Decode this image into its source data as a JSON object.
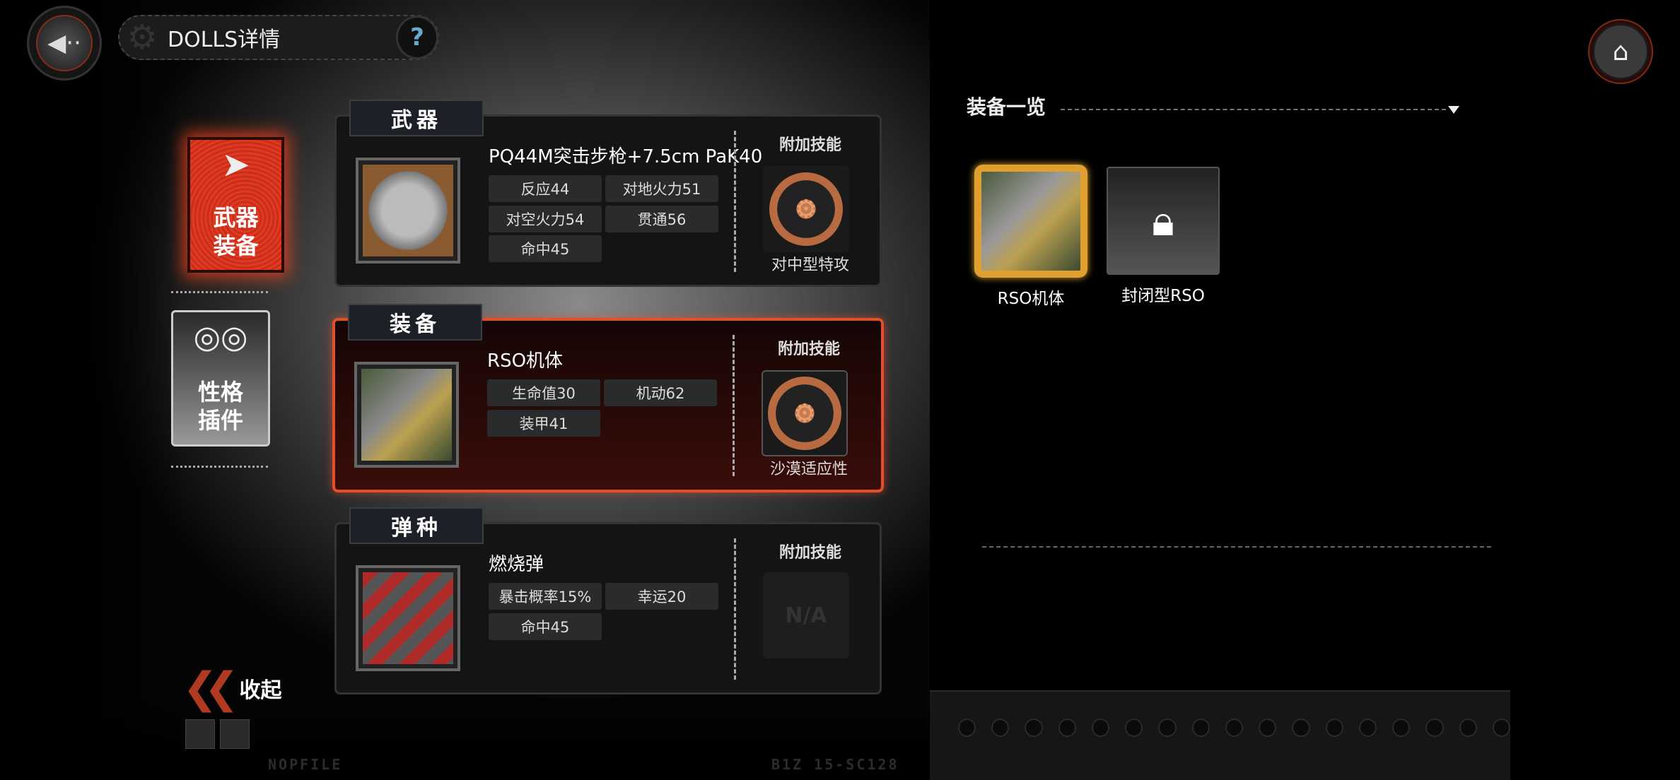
{
  "header": {
    "title": "DOLLS详情",
    "help": "?"
  },
  "tabs": [
    {
      "label": "武器\n装备",
      "line1": "武器",
      "line2": "装备",
      "active": true
    },
    {
      "label": "性格\n插件",
      "line1": "性格",
      "line2": "插件",
      "active": false
    }
  ],
  "cards": [
    {
      "header": "武器",
      "name": "PQ44M突击步枪+7.5cm PaK40",
      "stats": [
        "反应44",
        "对地火力51",
        "对空火力54",
        "贯通56",
        "命中45"
      ],
      "skill_title": "附加技能",
      "skill": "对中型特攻",
      "selected": false
    },
    {
      "header": "装备",
      "name": "RSO机体",
      "stats": [
        "生命值30",
        "机动62",
        "装甲41"
      ],
      "skill_title": "附加技能",
      "skill": "沙漠适应性",
      "selected": true
    },
    {
      "header": "弹种",
      "name": "燃烧弹",
      "stats": [
        "暴击概率15%",
        "幸运20",
        "命中45"
      ],
      "skill_title": "附加技能",
      "skill": "N/A",
      "selected": false
    }
  ],
  "collapse": "收起",
  "footer": {
    "left": "NOPFILE",
    "right": "B1Z  15-SC128"
  },
  "list": {
    "title": "装备一览",
    "items": [
      {
        "label": "RSO机体",
        "selected": true,
        "locked": false
      },
      {
        "label": "封闭型RSO",
        "selected": false,
        "locked": true
      }
    ]
  },
  "colors": {
    "accent": "#e0502a",
    "selected_item": "#e0a030"
  }
}
